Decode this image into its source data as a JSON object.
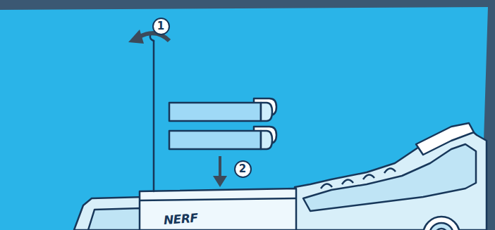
{
  "diagram": {
    "nodes": [
      {
        "text": [
          "1"
        ]
      },
      {
        "text": [
          "2"
        ]
      }
    ],
    "labels": [
      "NERF"
    ]
  }
}
